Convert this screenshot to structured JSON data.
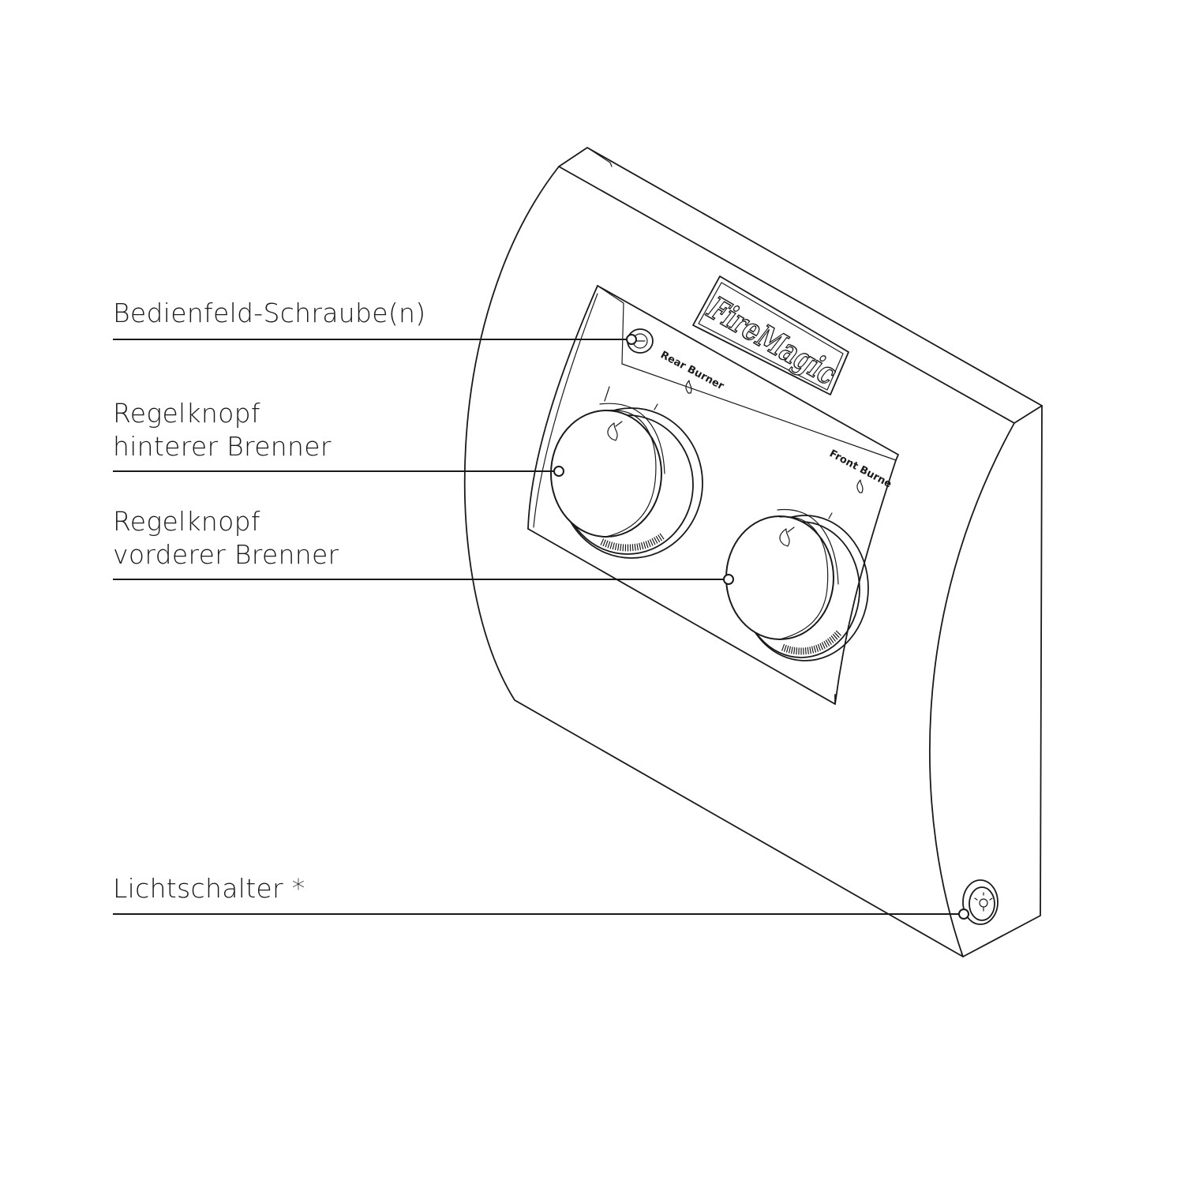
{
  "labels": {
    "panel_screws": "Bedienfeld-Schraube(n)",
    "rear_knob_line1": "Regelknopf",
    "rear_knob_line2": "hinterer Brenner",
    "front_knob_line1": "Regelknopf",
    "front_knob_line2": "vorderer Brenner",
    "light_switch": "Lichtschalter *"
  },
  "panel": {
    "brand": "FireMagic",
    "rear_burner_label": "Rear Burner",
    "front_burner_label": "Front Burne"
  },
  "icons": [
    "flame-icon",
    "bulb-icon",
    "screw-icon"
  ]
}
